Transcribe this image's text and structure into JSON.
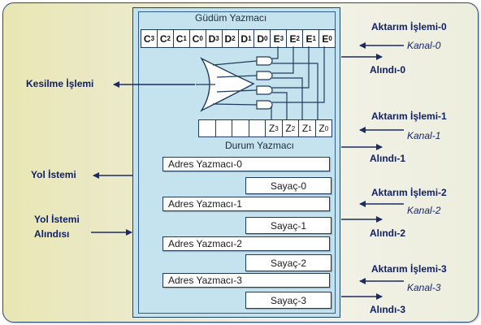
{
  "control_register": {
    "title": "Güdüm Yazmacı",
    "cells": [
      {
        "base": "C",
        "sub": "3"
      },
      {
        "base": "C",
        "sub": "2"
      },
      {
        "base": "C",
        "sub": "1"
      },
      {
        "base": "C",
        "sub": "0"
      },
      {
        "base": "D",
        "sub": "3"
      },
      {
        "base": "D",
        "sub": "2"
      },
      {
        "base": "D",
        "sub": "1"
      },
      {
        "base": "D",
        "sub": "0"
      },
      {
        "base": "E",
        "sub": "3"
      },
      {
        "base": "E",
        "sub": "2"
      },
      {
        "base": "E",
        "sub": "1"
      },
      {
        "base": "E",
        "sub": "0"
      }
    ]
  },
  "status_register": {
    "title": "Durum Yazmacı",
    "cells": [
      {
        "base": "",
        "sub": ""
      },
      {
        "base": "",
        "sub": ""
      },
      {
        "base": "",
        "sub": ""
      },
      {
        "base": "",
        "sub": ""
      },
      {
        "base": "Z",
        "sub": "3"
      },
      {
        "base": "Z",
        "sub": "2"
      },
      {
        "base": "Z",
        "sub": "1"
      },
      {
        "base": "Z",
        "sub": "0"
      }
    ]
  },
  "channels": [
    {
      "address": "Adres Yazmacı-0",
      "counter": "Sayaç-0",
      "request": "Aktarım İşlemi-0",
      "channel": "Kanal-0",
      "ack": "Alındı-0"
    },
    {
      "address": "Adres Yazmacı-1",
      "counter": "Sayaç-1",
      "request": "Aktarım İşlemi-1",
      "channel": "Kanal-1",
      "ack": "Alındı-1"
    },
    {
      "address": "Adres Yazmacı-2",
      "counter": "Sayaç-2",
      "request": "Aktarım İşlemi-2",
      "channel": "Kanal-2",
      "ack": "Alındı-2"
    },
    {
      "address": "Adres Yazmacı-3",
      "counter": "Sayaç-3",
      "request": "Aktarım İşlemi-3",
      "channel": "Kanal-3",
      "ack": "Alındı-3"
    }
  ],
  "left_signals": {
    "interrupt": "Kesilme İşlemi",
    "bus_request": "Yol İstemi",
    "bus_grant_line1": "Yol İstemi",
    "bus_grant_line2": "Alındısı"
  },
  "colors": {
    "panel_border": "#2c4a70",
    "chip_fill": "#c5e3ef",
    "label_text": "#0f1f66",
    "arrow": "#1c2a66"
  }
}
